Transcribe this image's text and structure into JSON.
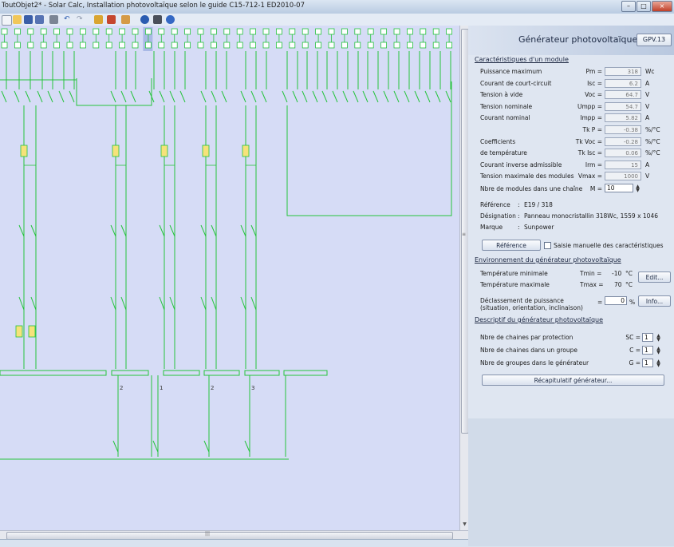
{
  "window": {
    "title": "ToutObjet2* - Solar Calc, Installation photovoltaïque selon le guide C15-712-1 ED2010-07"
  },
  "toolbar": {
    "icons": [
      "new-icon",
      "open-icon",
      "save-icon",
      "save-as-icon",
      "print-icon",
      "undo-icon",
      "redo-icon",
      "edit-icon",
      "library-icon",
      "layers-icon",
      "info-icon",
      "export-icon",
      "help-icon"
    ]
  },
  "panel": {
    "title": "Générateur photovoltaïque",
    "badge": "GPV.13",
    "caracteristiques": {
      "heading": "Caractéristiques d'un module",
      "rows": [
        {
          "label": "Puissance maximum",
          "sym": "Pm =",
          "value": "318",
          "unit": "Wc"
        },
        {
          "label": "Courant de court-circuit",
          "sym": "Isc =",
          "value": "6.2",
          "unit": "A"
        },
        {
          "label": "Tension à vide",
          "sym": "Voc =",
          "value": "64.7",
          "unit": "V"
        },
        {
          "label": "Tension nominale",
          "sym": "Umpp =",
          "value": "54.7",
          "unit": "V"
        },
        {
          "label": "Courant nominal",
          "sym": "Impp =",
          "value": "5.82",
          "unit": "A"
        },
        {
          "label": "",
          "sym": "Tk P =",
          "value": "-0.38",
          "unit": "%/°C"
        },
        {
          "label": "Coefficients",
          "sym": "Tk Voc =",
          "value": "-0.28",
          "unit": "%/°C"
        },
        {
          "label": "de température",
          "sym": "Tk Isc =",
          "value": "0.06",
          "unit": "%/°C"
        },
        {
          "label": "Courant inverse admissible",
          "sym": "Irm =",
          "value": "15",
          "unit": "A"
        },
        {
          "label": "Tension maximale des modules",
          "sym": "Vmax =",
          "value": "1000",
          "unit": "V"
        }
      ],
      "chain": {
        "label": "Nbre de modules dans une chaîne",
        "sym": "M =",
        "value": "10"
      },
      "info": [
        {
          "label": "Référence",
          "value": "E19 / 318"
        },
        {
          "label": "Désignation",
          "value": "Panneau monocristallin 318Wc, 1559 x 1046"
        },
        {
          "label": "Marque",
          "value": "Sunpower"
        }
      ],
      "reference_button": "Référence",
      "manual_checkbox": "Saisie manuelle des caractéristiques"
    },
    "environnement": {
      "heading": "Environnement du générateur photovoltaïque",
      "tmin_label": "Température minimale",
      "tmin_sym": "Tmin =",
      "tmin_value": "-10",
      "tmin_unit": "°C",
      "tmax_label": "Température maximale",
      "tmax_sym": "Tmax =",
      "tmax_value": "70",
      "tmax_unit": "°C",
      "edit_button": "Edit...",
      "derating_label_1": "Déclassement de puissance",
      "derating_label_2": "(situation, orientation, inclinaison)",
      "derating_sym": "=",
      "derating_value": "0",
      "derating_unit": "%",
      "info_button": "Info..."
    },
    "descriptif": {
      "heading": "Descriptif du générateur photovoltaïque",
      "rows": [
        {
          "label": "Nbre de chaines par protection",
          "sym": "SC =",
          "value": "1"
        },
        {
          "label": "Nbre de chaines dans un groupe",
          "sym": "C =",
          "value": "1"
        },
        {
          "label": "Nbre de groupes dans le générateur",
          "sym": "G =",
          "value": "1"
        }
      ],
      "summary_button": "Récapitulatif générateur..."
    }
  },
  "canvas": {
    "circuit_numbers": [
      "2",
      "1",
      "2",
      "3"
    ]
  }
}
